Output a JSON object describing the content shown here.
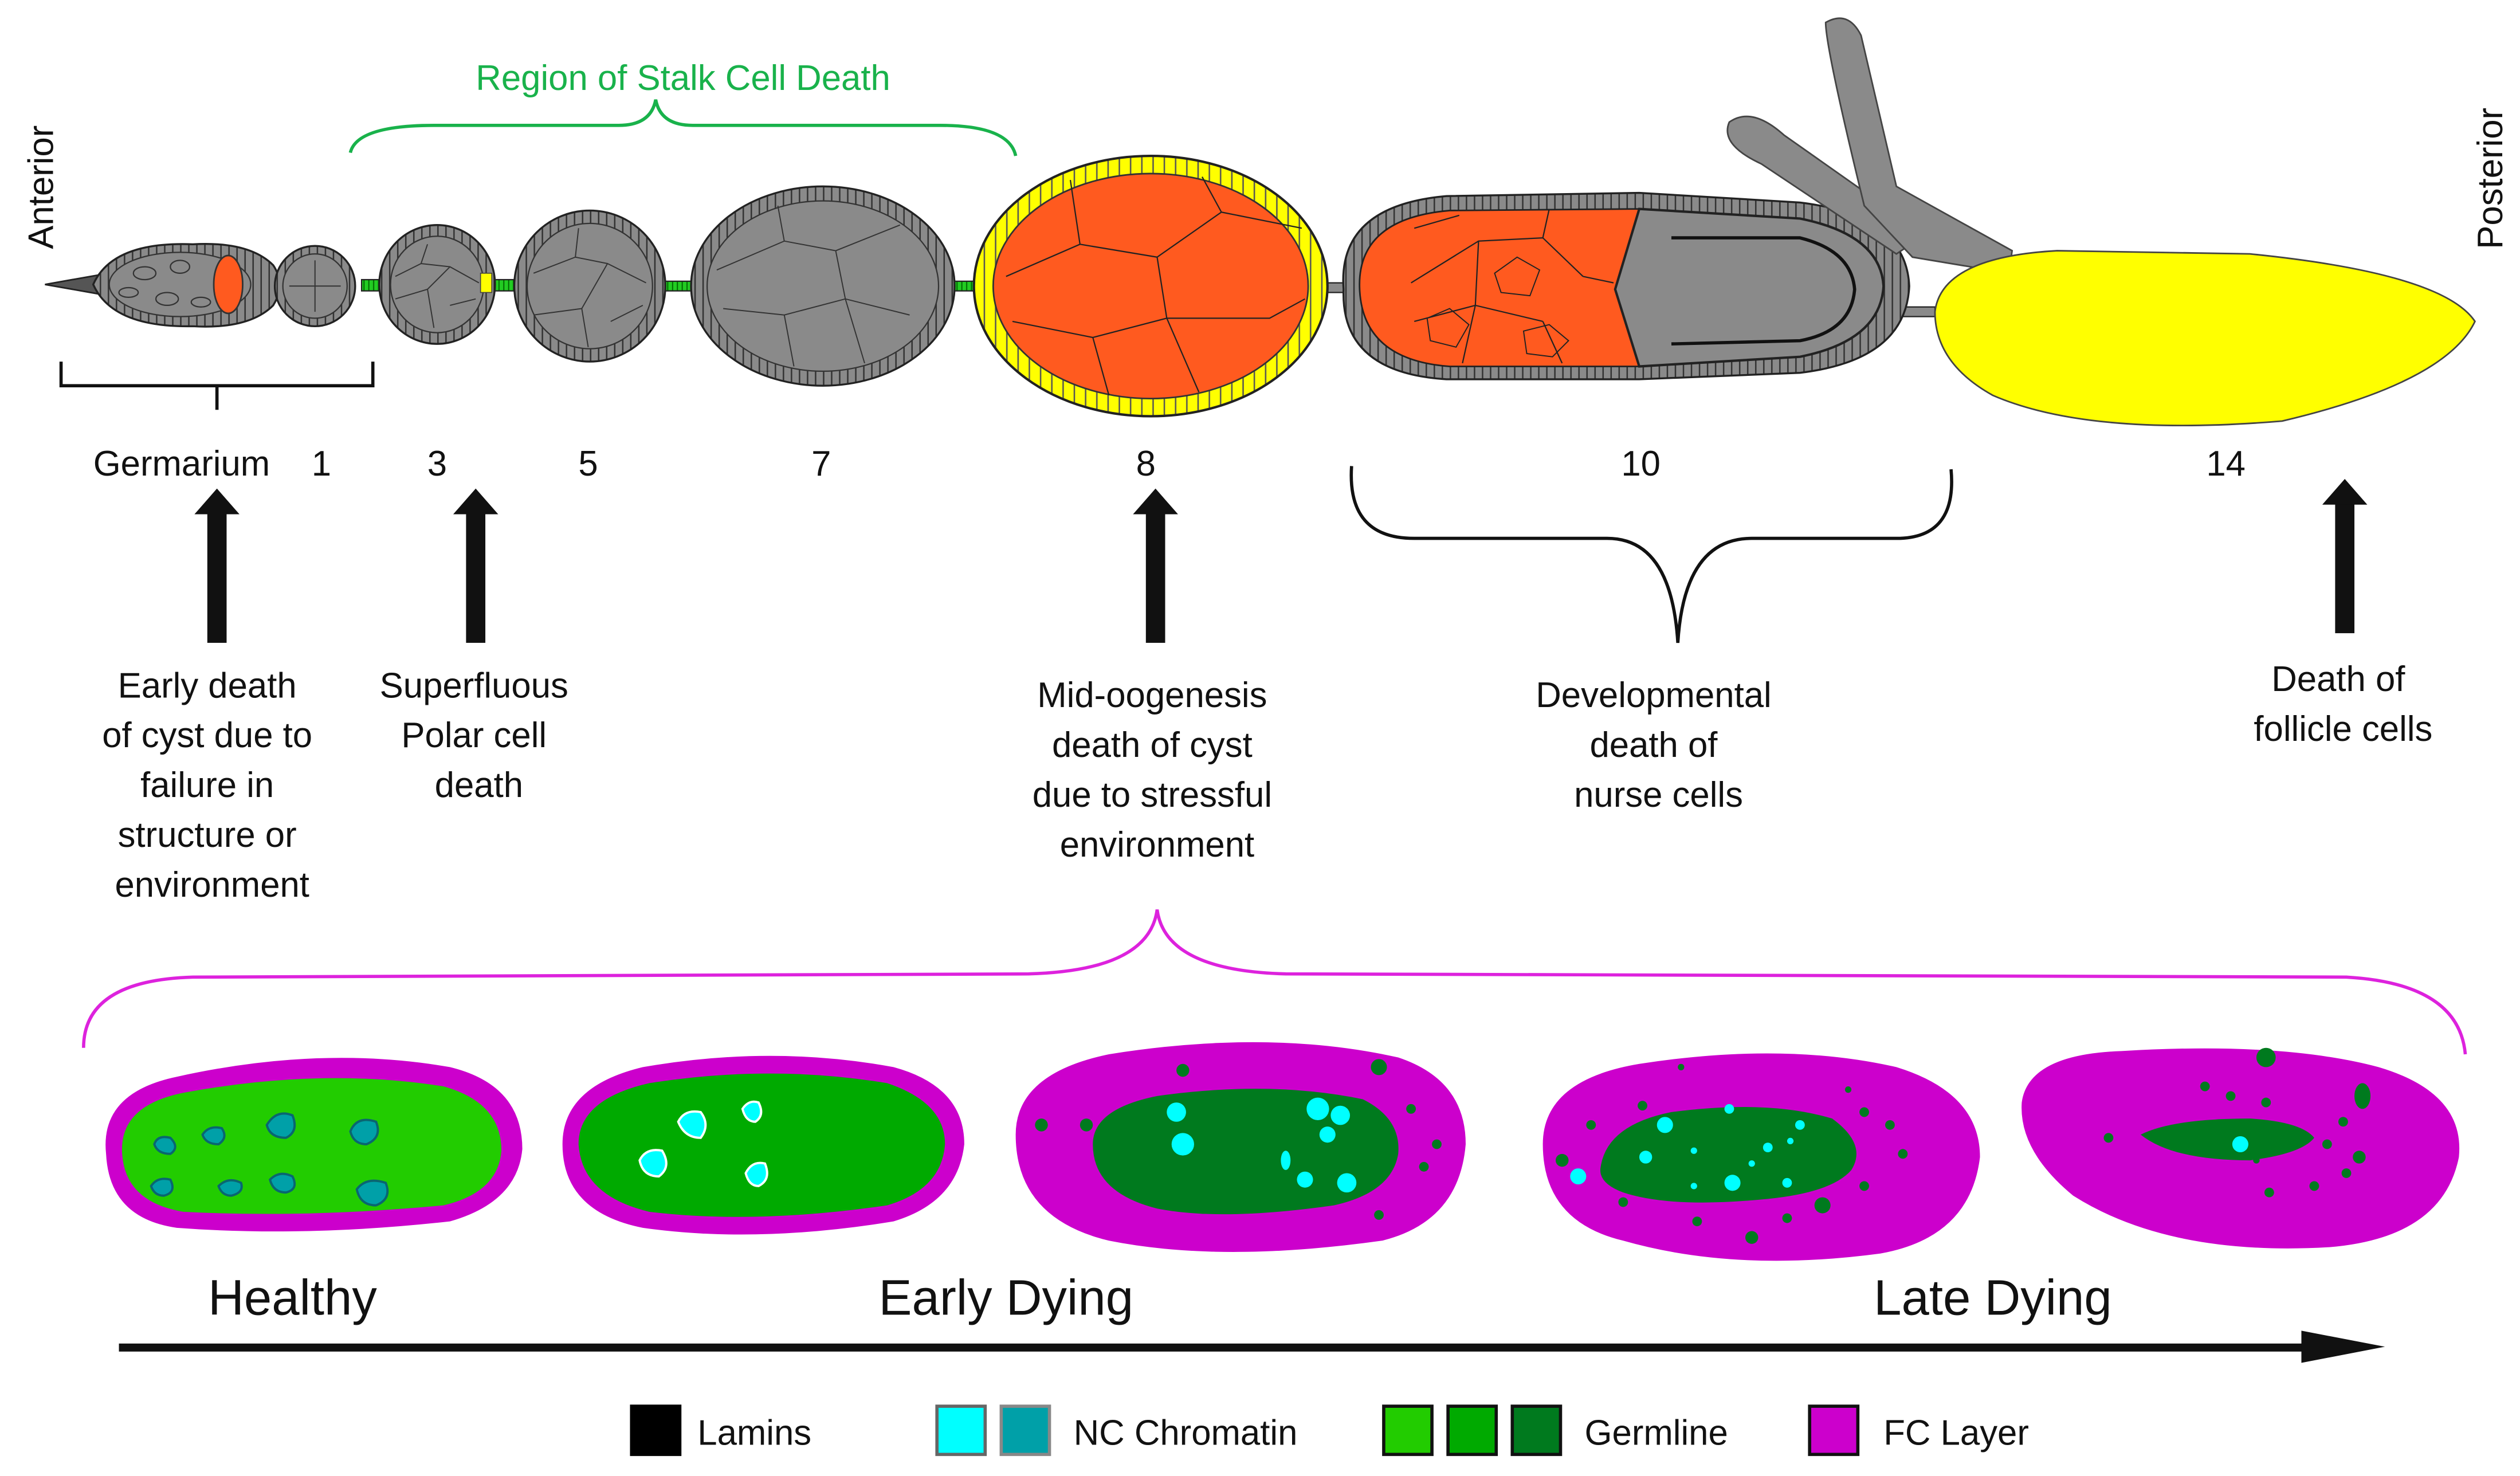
{
  "axis": {
    "anterior": "Anterior",
    "posterior": "Posterior"
  },
  "region_label": "Region of Stalk Cell Death",
  "stages": {
    "germarium": "Germarium",
    "s1": "1",
    "s3": "3",
    "s5": "5",
    "s7": "7",
    "s8": "8",
    "s10": "10",
    "s14": "14"
  },
  "events": {
    "early_death": [
      "Early death",
      "of cyst due to",
      "failure in",
      "structure or",
      "environment"
    ],
    "polar_death": [
      "Superfluous",
      "Polar cell",
      "death"
    ],
    "mid_death": [
      "Mid-oogenesis",
      "death of cyst",
      "due to stressful",
      "environment"
    ],
    "nurse_death": [
      "Developmental",
      "death of",
      "nurse cells"
    ],
    "follicle_death": [
      "Death of",
      "follicle cells"
    ]
  },
  "progression": {
    "healthy": "Healthy",
    "early": "Early Dying",
    "late": "Late Dying"
  },
  "legend": {
    "lamins": "Lamins",
    "chromatin": "NC Chromatin",
    "germline": "Germline",
    "fc": "FC Layer"
  },
  "colors": {
    "gray": "#8a8a8a",
    "orange": "#ff5a1f",
    "yellow": "#ffff00",
    "stalk_green": "#22cc22",
    "title_green": "#19b24b",
    "magenta": "#cc00cc",
    "green_light": "#22cc00",
    "green_mid": "#00aa00",
    "green_dark": "#007a1e",
    "cyan": "#00ffff",
    "teal": "#00a0a8"
  }
}
